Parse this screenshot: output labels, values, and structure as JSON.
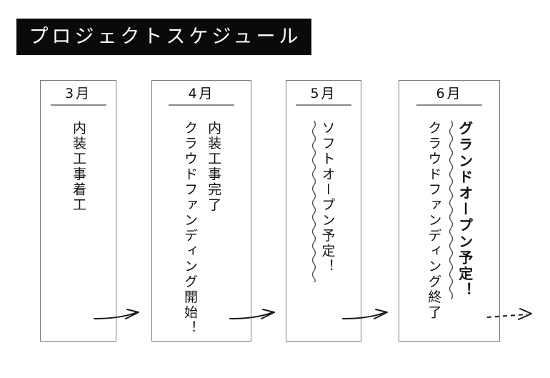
{
  "title": {
    "text": "プロジェクトスケジュール",
    "background_color": "#0a0a0a",
    "text_color": "#ffffff"
  },
  "timeline": {
    "box_border_color": "#7a7a7a",
    "rule_color": "#8c8c8c",
    "columns": [
      {
        "month": "3月",
        "lines": [
          {
            "text": "内装工事着工",
            "emphasis": false,
            "wavy": false
          }
        ]
      },
      {
        "month": "4月",
        "lines": [
          {
            "text": "内装工事完了",
            "emphasis": false,
            "wavy": false
          },
          {
            "text": "クラウドファンディング開始！",
            "emphasis": false,
            "wavy": false
          }
        ]
      },
      {
        "month": "5月",
        "lines": [
          {
            "text": "ソフトオープン予定！",
            "emphasis": false,
            "wavy": true
          }
        ]
      },
      {
        "month": "6月",
        "lines": [
          {
            "text": "グランドオープン予定！",
            "emphasis": true,
            "wavy": true
          },
          {
            "text": "クラウドファンディング終了",
            "emphasis": false,
            "wavy": false
          }
        ]
      }
    ],
    "connectors": [
      {
        "style": "solid"
      },
      {
        "style": "solid"
      },
      {
        "style": "solid"
      },
      {
        "style": "dashed"
      }
    ]
  }
}
